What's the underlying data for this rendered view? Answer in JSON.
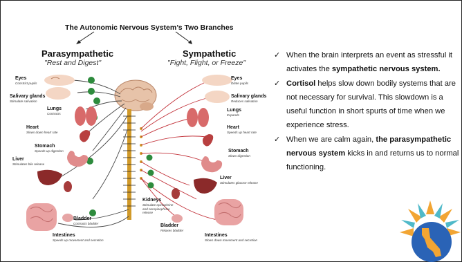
{
  "slide": {
    "diagram": {
      "title": "The Autonomic Nervous System’s Two Branches",
      "parasympathetic": {
        "heading": "Parasympathetic",
        "tagline": "\"Rest and Digest\""
      },
      "sympathetic": {
        "heading": "Sympathetic",
        "tagline": "\"Fight, Flight, or Freeze\""
      },
      "left_labels": [
        {
          "organ": "Eyes",
          "effect": "Constrict pupils"
        },
        {
          "organ": "Salivary glands",
          "effect": "Stimulate salivation"
        },
        {
          "organ": "Lungs",
          "effect": "Contracts"
        },
        {
          "organ": "Heart",
          "effect": "Slows down heart rate"
        },
        {
          "organ": "Stomach",
          "effect": "Speeds up digestion"
        },
        {
          "organ": "Liver",
          "effect": "Stimulates bile release"
        },
        {
          "organ": "Bladder",
          "effect": "Contracts bladder"
        },
        {
          "organ": "Intestines",
          "effect": "Speeds up movement and secretion"
        }
      ],
      "right_labels": [
        {
          "organ": "Eyes",
          "effect": "Dilate pupils"
        },
        {
          "organ": "Salivary glands",
          "effect": "Reduces salivation"
        },
        {
          "organ": "Lungs",
          "effect": "Expands"
        },
        {
          "organ": "Heart",
          "effect": "Speeds up heart rate"
        },
        {
          "organ": "Stomach",
          "effect": "Slows digestion"
        },
        {
          "organ": "Liver",
          "effect": "Stimulates glucose release"
        },
        {
          "organ": "Kidneys",
          "effect": "Stimulate epinephrine and norepinephrine release"
        },
        {
          "organ": "Bladder",
          "effect": "Relaxes bladder"
        },
        {
          "organ": "Intestines",
          "effect": "Slows down movement and secretion"
        }
      ]
    },
    "bullets": {
      "b1": {
        "pre": "When the brain interprets an event as stressful it activates the ",
        "bold": "sympathetic nervous system.",
        "post": ""
      },
      "b2": {
        "pre": "",
        "bold": "Cortisol",
        "post": " helps slow down bodily systems that are not necessary for survival. This slowdown is a useful function in short spurts of time when we experience stress."
      },
      "b3": {
        "pre": "When we are calm again, ",
        "bold": "the parasympathetic nervous system",
        "post": " kicks in and returns us to normal functioning."
      }
    },
    "colors": {
      "nerve_green": "#2e8b3d",
      "nerve_red": "#c2323a",
      "spine": "#d19a2a",
      "logo_blue": "#2a63b6",
      "logo_orange": "#f2a533"
    }
  }
}
